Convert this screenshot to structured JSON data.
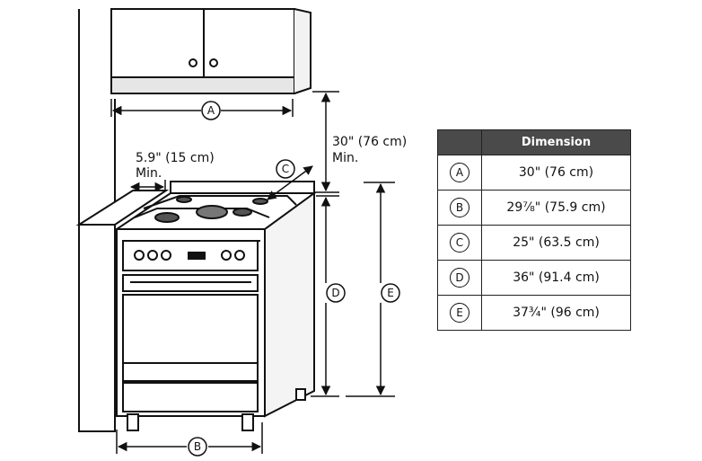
{
  "labels": {
    "a": "A",
    "b": "B",
    "c": "C",
    "d": "D",
    "e": "E"
  },
  "annotations": {
    "side_clear_1": "5.9\" (15 cm)",
    "side_clear_2": "Min.",
    "top_clear_1": "30\" (76 cm)",
    "top_clear_2": "Min."
  },
  "table": {
    "header": "Dimension",
    "rows": [
      {
        "key": "A",
        "value": "30\" (76 cm)"
      },
      {
        "key": "B",
        "value": "29⅞\" (75.9 cm)"
      },
      {
        "key": "C",
        "value": "25\" (63.5 cm)"
      },
      {
        "key": "D",
        "value": "36\" (91.4 cm)"
      },
      {
        "key": "E",
        "value": "37¾\" (96 cm)"
      }
    ]
  }
}
